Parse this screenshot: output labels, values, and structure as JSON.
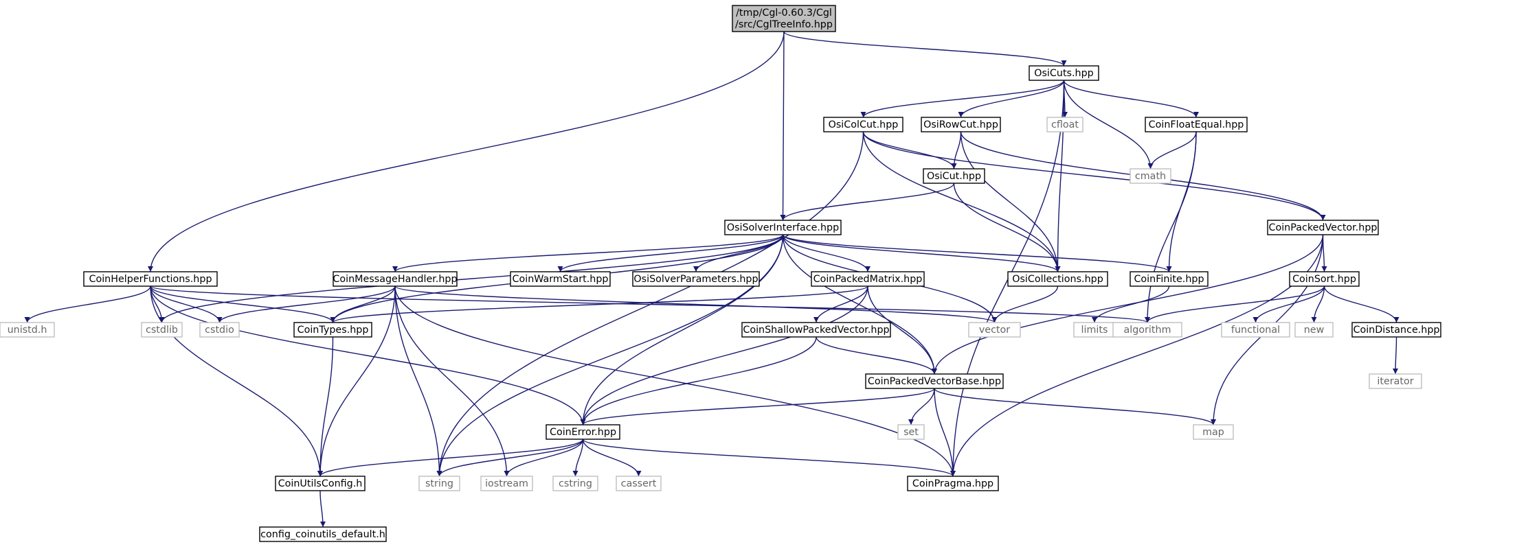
{
  "graph": {
    "colors": {
      "edge": "#191970",
      "root_fill": "#bfbfbf",
      "external_border": "#bfbfbf",
      "node_border": "#000000"
    },
    "nodes": [
      {
        "id": "root",
        "lines": [
          "/tmp/Cgl-0.60.3/Cgl",
          "/src/CglTreeInfo.hpp"
        ],
        "kind": "root"
      },
      {
        "id": "osicuts",
        "lines": [
          "OsiCuts.hpp"
        ],
        "kind": "header"
      },
      {
        "id": "osicolcut",
        "lines": [
          "OsiColCut.hpp"
        ],
        "kind": "header"
      },
      {
        "id": "osirowcut",
        "lines": [
          "OsiRowCut.hpp"
        ],
        "kind": "header"
      },
      {
        "id": "cfloat",
        "lines": [
          "cfloat"
        ],
        "kind": "external"
      },
      {
        "id": "coinfloatequal",
        "lines": [
          "CoinFloatEqual.hpp"
        ],
        "kind": "header"
      },
      {
        "id": "cmath",
        "lines": [
          "cmath"
        ],
        "kind": "external"
      },
      {
        "id": "osicut",
        "lines": [
          "OsiCut.hpp"
        ],
        "kind": "header"
      },
      {
        "id": "osisolverinterface",
        "lines": [
          "OsiSolverInterface.hpp"
        ],
        "kind": "header"
      },
      {
        "id": "coinpackedvector",
        "lines": [
          "CoinPackedVector.hpp"
        ],
        "kind": "header"
      },
      {
        "id": "coinhelperfunctions",
        "lines": [
          "CoinHelperFunctions.hpp"
        ],
        "kind": "header"
      },
      {
        "id": "coinmessagehandler",
        "lines": [
          "CoinMessageHandler.hpp"
        ],
        "kind": "header"
      },
      {
        "id": "coinwarmstart",
        "lines": [
          "CoinWarmStart.hpp"
        ],
        "kind": "header"
      },
      {
        "id": "osisolverparameters",
        "lines": [
          "OsiSolverParameters.hpp"
        ],
        "kind": "header"
      },
      {
        "id": "coinpackedmatrix",
        "lines": [
          "CoinPackedMatrix.hpp"
        ],
        "kind": "header"
      },
      {
        "id": "osicollections",
        "lines": [
          "OsiCollections.hpp"
        ],
        "kind": "header"
      },
      {
        "id": "coinfinite",
        "lines": [
          "CoinFinite.hpp"
        ],
        "kind": "header"
      },
      {
        "id": "coinsort",
        "lines": [
          "CoinSort.hpp"
        ],
        "kind": "header"
      },
      {
        "id": "unistd",
        "lines": [
          "unistd.h"
        ],
        "kind": "external"
      },
      {
        "id": "cstdlib",
        "lines": [
          "cstdlib"
        ],
        "kind": "external"
      },
      {
        "id": "cstdio",
        "lines": [
          "cstdio"
        ],
        "kind": "external"
      },
      {
        "id": "cointypes",
        "lines": [
          "CoinTypes.hpp"
        ],
        "kind": "header"
      },
      {
        "id": "coinshallowpackedvector",
        "lines": [
          "CoinShallowPackedVector.hpp"
        ],
        "kind": "header"
      },
      {
        "id": "vector",
        "lines": [
          "vector"
        ],
        "kind": "external"
      },
      {
        "id": "limits",
        "lines": [
          "limits"
        ],
        "kind": "external"
      },
      {
        "id": "algorithm",
        "lines": [
          "algorithm"
        ],
        "kind": "external"
      },
      {
        "id": "functional",
        "lines": [
          "functional"
        ],
        "kind": "external"
      },
      {
        "id": "new",
        "lines": [
          "new"
        ],
        "kind": "external"
      },
      {
        "id": "coindistance",
        "lines": [
          "CoinDistance.hpp"
        ],
        "kind": "header"
      },
      {
        "id": "coinpackedvectorbase",
        "lines": [
          "CoinPackedVectorBase.hpp"
        ],
        "kind": "header"
      },
      {
        "id": "iterator",
        "lines": [
          "iterator"
        ],
        "kind": "external"
      },
      {
        "id": "set",
        "lines": [
          "set"
        ],
        "kind": "external"
      },
      {
        "id": "map",
        "lines": [
          "map"
        ],
        "kind": "external"
      },
      {
        "id": "coinerror",
        "lines": [
          "CoinError.hpp"
        ],
        "kind": "header"
      },
      {
        "id": "coinutilsconfig",
        "lines": [
          "CoinUtilsConfig.h"
        ],
        "kind": "header"
      },
      {
        "id": "string",
        "lines": [
          "string"
        ],
        "kind": "external"
      },
      {
        "id": "iostream",
        "lines": [
          "iostream"
        ],
        "kind": "external"
      },
      {
        "id": "cstring",
        "lines": [
          "cstring"
        ],
        "kind": "external"
      },
      {
        "id": "cassert",
        "lines": [
          "cassert"
        ],
        "kind": "external"
      },
      {
        "id": "coinpragma",
        "lines": [
          "CoinPragma.hpp"
        ],
        "kind": "header"
      },
      {
        "id": "configcoinutils",
        "lines": [
          "config_coinutils_default.h"
        ],
        "kind": "header"
      }
    ],
    "edges": [
      [
        "root",
        "osicuts"
      ],
      [
        "root",
        "osisolverinterface"
      ],
      [
        "root",
        "coinhelperfunctions"
      ],
      [
        "osicuts",
        "osicolcut"
      ],
      [
        "osicuts",
        "osirowcut"
      ],
      [
        "osicuts",
        "cfloat"
      ],
      [
        "osicuts",
        "coinfloatequal"
      ],
      [
        "osicuts",
        "cmath"
      ],
      [
        "osicuts",
        "osicollections"
      ],
      [
        "osicuts",
        "coinpragma"
      ],
      [
        "osicolcut",
        "osicut"
      ],
      [
        "osicolcut",
        "osicollections"
      ],
      [
        "osicolcut",
        "coinpackedvector"
      ],
      [
        "osicolcut",
        "string"
      ],
      [
        "osirowcut",
        "osicut"
      ],
      [
        "osirowcut",
        "osicollections"
      ],
      [
        "osirowcut",
        "coinpackedvector"
      ],
      [
        "coinfloatequal",
        "cmath"
      ],
      [
        "coinfloatequal",
        "coinfinite"
      ],
      [
        "coinfloatequal",
        "algorithm"
      ],
      [
        "osicut",
        "osisolverinterface"
      ],
      [
        "osicut",
        "osicollections"
      ],
      [
        "osisolverinterface",
        "coinmessagehandler"
      ],
      [
        "osisolverinterface",
        "coinwarmstart"
      ],
      [
        "osisolverinterface",
        "osisolverparameters"
      ],
      [
        "osisolverinterface",
        "coinpackedmatrix"
      ],
      [
        "osisolverinterface",
        "osicollections"
      ],
      [
        "osisolverinterface",
        "coinfinite"
      ],
      [
        "osisolverinterface",
        "cstdlib"
      ],
      [
        "osisolverinterface",
        "cointypes"
      ],
      [
        "osisolverinterface",
        "string"
      ],
      [
        "osisolverinterface",
        "vector"
      ],
      [
        "osisolverinterface",
        "coinerror"
      ],
      [
        "osisolverinterface",
        "coinpackedvectorbase"
      ],
      [
        "coinpackedvector",
        "coinsort"
      ],
      [
        "coinpackedvector",
        "coinpackedvectorbase"
      ],
      [
        "coinpackedvector",
        "map"
      ],
      [
        "coinpackedvector",
        "coinpragma"
      ],
      [
        "coinhelperfunctions",
        "unistd"
      ],
      [
        "coinhelperfunctions",
        "cstdlib"
      ],
      [
        "coinhelperfunctions",
        "cstdio"
      ],
      [
        "coinhelperfunctions",
        "cointypes"
      ],
      [
        "coinhelperfunctions",
        "algorithm"
      ],
      [
        "coinhelperfunctions",
        "coinerror"
      ],
      [
        "coinhelperfunctions",
        "coinutilsconfig"
      ],
      [
        "coinmessagehandler",
        "cstdio"
      ],
      [
        "coinmessagehandler",
        "cointypes"
      ],
      [
        "coinmessagehandler",
        "vector"
      ],
      [
        "coinmessagehandler",
        "coinutilsconfig"
      ],
      [
        "coinmessagehandler",
        "string"
      ],
      [
        "coinmessagehandler",
        "iostream"
      ],
      [
        "coinmessagehandler",
        "coinpragma"
      ],
      [
        "coinpackedmatrix",
        "cointypes"
      ],
      [
        "coinpackedmatrix",
        "coinshallowpackedvector"
      ],
      [
        "coinpackedmatrix",
        "coinpackedvectorbase"
      ],
      [
        "coinpackedmatrix",
        "coinerror"
      ],
      [
        "osicollections",
        "vector"
      ],
      [
        "coinfinite",
        "limits"
      ],
      [
        "coinsort",
        "algorithm"
      ],
      [
        "coinsort",
        "functional"
      ],
      [
        "coinsort",
        "new"
      ],
      [
        "coinsort",
        "coindistance"
      ],
      [
        "cointypes",
        "coinutilsconfig"
      ],
      [
        "coinshallowpackedvector",
        "coinpackedvectorbase"
      ],
      [
        "coinshallowpackedvector",
        "coinerror"
      ],
      [
        "coindistance",
        "iterator"
      ],
      [
        "coinpackedvectorbase",
        "set"
      ],
      [
        "coinpackedvectorbase",
        "map"
      ],
      [
        "coinpackedvectorbase",
        "coinpragma"
      ],
      [
        "coinpackedvectorbase",
        "coinerror"
      ],
      [
        "coinerror",
        "coinutilsconfig"
      ],
      [
        "coinerror",
        "string"
      ],
      [
        "coinerror",
        "iostream"
      ],
      [
        "coinerror",
        "cstring"
      ],
      [
        "coinerror",
        "cassert"
      ],
      [
        "coinerror",
        "coinpragma"
      ],
      [
        "coinutilsconfig",
        "configcoinutils"
      ]
    ]
  }
}
